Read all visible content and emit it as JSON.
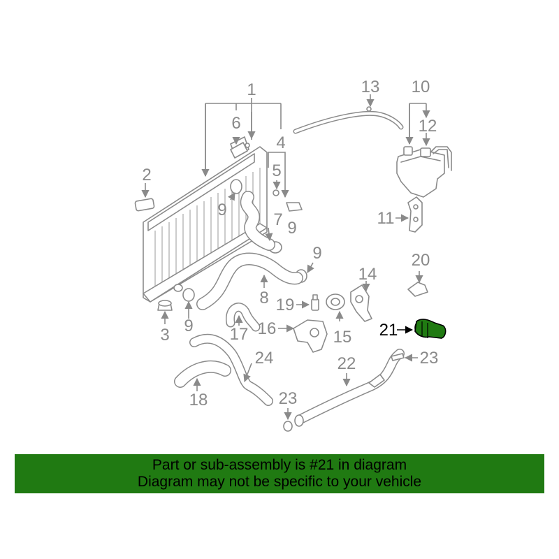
{
  "diagram": {
    "highlighted_part": "21",
    "highlight_color": "#207a12",
    "line_color": "#8a8a8a",
    "callouts": {
      "c1": "1",
      "c2": "2",
      "c3": "3",
      "c4": "4",
      "c5": "5",
      "c6": "6",
      "c7": "7",
      "c8": "8",
      "c9a": "9",
      "c9b": "9",
      "c9c": "9",
      "c9d": "9",
      "c10": "10",
      "c11": "11",
      "c12": "12",
      "c13": "13",
      "c14": "14",
      "c15": "15",
      "c16": "16",
      "c17": "17",
      "c18": "18",
      "c19": "19",
      "c20": "20",
      "c21": "21",
      "c22": "22",
      "c23a": "23",
      "c23b": "23",
      "c24": "24"
    }
  },
  "banner": {
    "line1": "Part or sub-assembly is #21 in diagram",
    "line2": "Diagram may not be specific to your vehicle",
    "background": "#207a12"
  }
}
